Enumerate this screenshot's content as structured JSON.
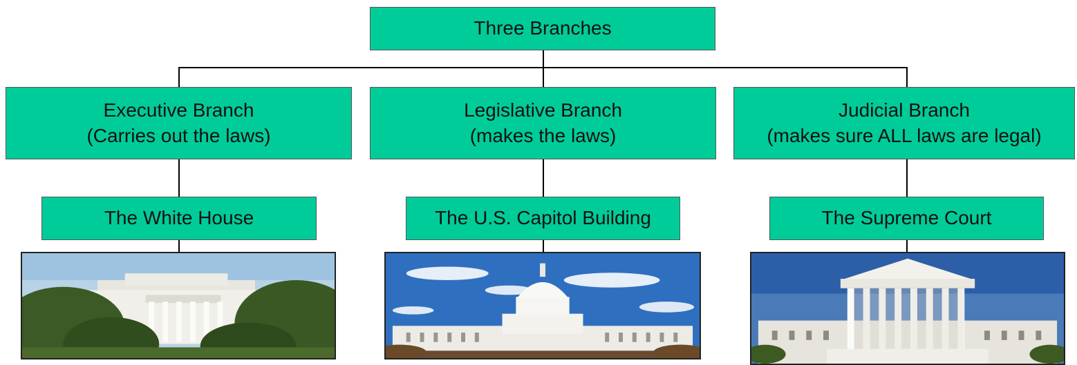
{
  "root": {
    "label": "Three Branches"
  },
  "branches": [
    {
      "title": "Executive Branch",
      "description": "(Carries out the laws)",
      "building": "The White House",
      "photo": "white-house-photo"
    },
    {
      "title": "Legislative Branch",
      "description": "(makes the laws)",
      "building": "The U.S. Capitol Building",
      "photo": "capitol-building-photo"
    },
    {
      "title": "Judicial Branch",
      "description": "(makes sure ALL laws are legal)",
      "building": "The Supreme Court",
      "photo": "supreme-court-photo"
    }
  ],
  "colors": {
    "box_fill": "#00cc99",
    "connector": "#000000",
    "box_border": "#555555"
  }
}
